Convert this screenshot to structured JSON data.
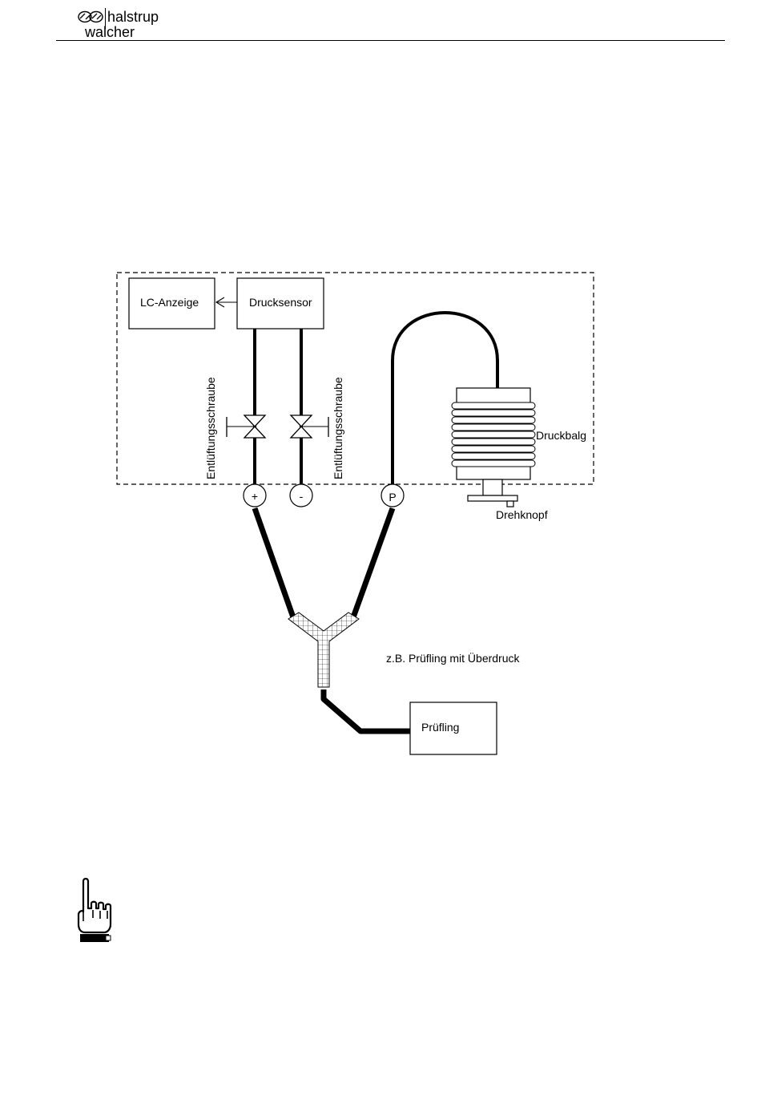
{
  "header": {
    "logo_line1": "halstrup",
    "logo_line2": "walcher"
  },
  "diagram": {
    "lc_display": "LC-Anzeige",
    "pressure_sensor": "Drucksensor",
    "vent_screw_left": "Entlüftungsschraube",
    "vent_screw_right": "Entlüftungsschraube",
    "bellows": "Druckbalg",
    "knob": "Drehknopf",
    "port_plus": "+",
    "port_minus": "-",
    "port_p": "P",
    "caption": "z.B. Prüfling mit Überdruck",
    "test_object": "Prüfling"
  },
  "icons": {
    "logo": "halstrup-walcher-logo-icon",
    "note": "pointing-hand-icon"
  }
}
